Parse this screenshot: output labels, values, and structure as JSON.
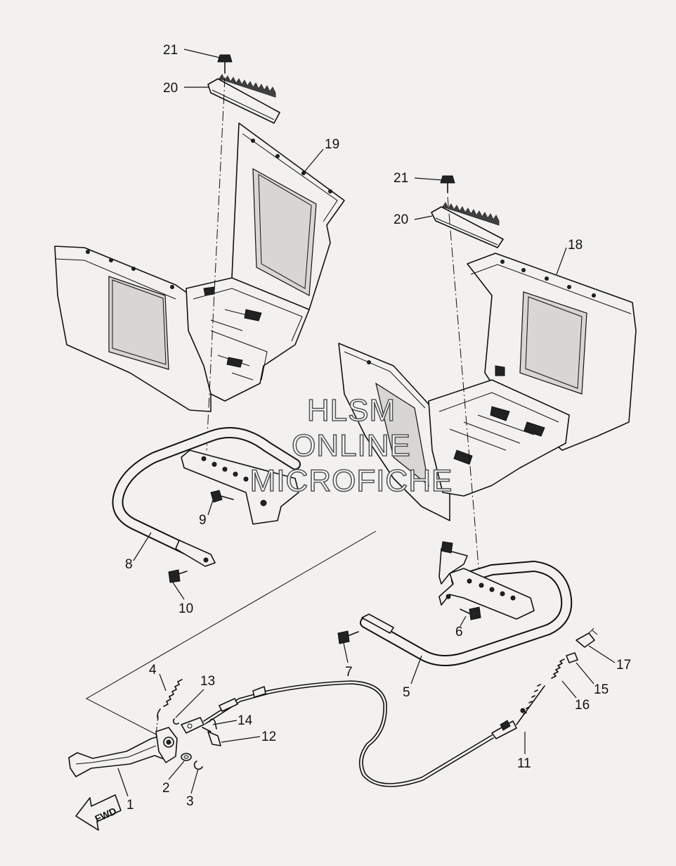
{
  "callouts": [
    {
      "n": "1",
      "label": "1"
    },
    {
      "n": "2",
      "label": "2"
    },
    {
      "n": "3",
      "label": "3"
    },
    {
      "n": "4",
      "label": "4"
    },
    {
      "n": "5",
      "label": "5"
    },
    {
      "n": "6",
      "label": "6"
    },
    {
      "n": "7",
      "label": "7"
    },
    {
      "n": "8",
      "label": "8"
    },
    {
      "n": "9",
      "label": "9"
    },
    {
      "n": "10",
      "label": "10"
    },
    {
      "n": "11",
      "label": "11"
    },
    {
      "n": "12",
      "label": "12"
    },
    {
      "n": "13",
      "label": "13"
    },
    {
      "n": "14",
      "label": "14"
    },
    {
      "n": "15",
      "label": "15"
    },
    {
      "n": "16",
      "label": "16"
    },
    {
      "n": "17",
      "label": "17"
    },
    {
      "n": "18",
      "label": "18"
    },
    {
      "n": "19",
      "label": "19"
    },
    {
      "n": "20a",
      "label": "20"
    },
    {
      "n": "20b",
      "label": "20"
    },
    {
      "n": "21a",
      "label": "21"
    },
    {
      "n": "21b",
      "label": "21"
    }
  ],
  "watermark": {
    "line1": "HLSM",
    "line2": "ONLINE",
    "line3": "MICROFICHE"
  },
  "fwd_arrow": {
    "label": "FWD"
  },
  "colors": {
    "background": "#f2f1ef",
    "ink": "#111111",
    "shade": "#d8d6d2"
  }
}
